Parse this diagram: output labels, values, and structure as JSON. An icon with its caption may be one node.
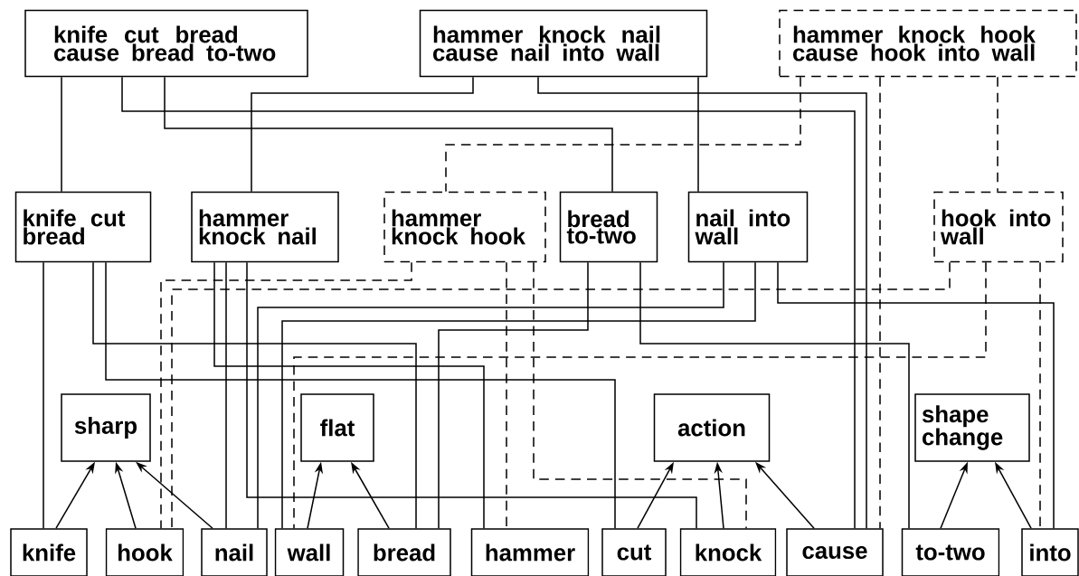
{
  "diagram": {
    "nodes": [
      {
        "text": [
          "knife cut bread cause bread to-two"
        ]
      },
      {
        "text": [
          "hammer knock nail cause nail into wall"
        ]
      },
      {
        "text": [
          "hammer knock hook cause hook into wall"
        ]
      },
      {
        "text": [
          "knife cut bread"
        ]
      },
      {
        "text": [
          "hammer knock nail"
        ]
      },
      {
        "text": [
          "hammer knock hook"
        ]
      },
      {
        "text": [
          "bread to-two"
        ]
      },
      {
        "text": [
          "nail into wall"
        ]
      },
      {
        "text": [
          "hook into wall"
        ]
      },
      {
        "text": [
          "sharp"
        ]
      },
      {
        "text": [
          "flat"
        ]
      },
      {
        "text": [
          "action"
        ]
      },
      {
        "text": [
          "shape change"
        ]
      },
      {
        "text": [
          "knife"
        ]
      },
      {
        "text": [
          "hook"
        ]
      },
      {
        "text": [
          "nail"
        ]
      },
      {
        "text": [
          "wall"
        ]
      },
      {
        "text": [
          "bread"
        ]
      },
      {
        "text": [
          "hammer"
        ]
      },
      {
        "text": [
          "cut"
        ]
      },
      {
        "text": [
          "knock"
        ]
      },
      {
        "text": [
          "cause"
        ]
      },
      {
        "text": [
          "to-two"
        ]
      },
      {
        "text": [
          "into"
        ]
      }
    ],
    "edges": [
      {
        "from": 0,
        "to": 3,
        "arrow": "none"
      },
      {
        "from": 0,
        "to": 6,
        "arrow": "none"
      },
      {
        "from": 0,
        "to": 21,
        "arrow": "none"
      },
      {
        "from": 1,
        "to": 4,
        "arrow": "none"
      },
      {
        "from": 1,
        "to": 7,
        "arrow": "none"
      },
      {
        "from": 1,
        "to": 21,
        "arrow": "none"
      },
      {
        "from": 2,
        "to": 5,
        "arrow": "none",
        "style": "dashed"
      },
      {
        "from": 2,
        "to": 21,
        "arrow": "none",
        "style": "dashed"
      },
      {
        "from": 2,
        "to": 8,
        "arrow": "none",
        "style": "dashed"
      },
      {
        "from": 3,
        "to": 13,
        "arrow": "none"
      },
      {
        "from": 3,
        "to": 17,
        "arrow": "none"
      },
      {
        "from": 3,
        "to": 19,
        "arrow": "none"
      },
      {
        "from": 4,
        "to": 15,
        "arrow": "none"
      },
      {
        "from": 4,
        "to": 18,
        "arrow": "none"
      },
      {
        "from": 4,
        "to": 20,
        "arrow": "none"
      },
      {
        "from": 5,
        "to": 14,
        "arrow": "none",
        "style": "dashed"
      },
      {
        "from": 5,
        "to": 18,
        "arrow": "none",
        "style": "dashed"
      },
      {
        "from": 5,
        "to": 20,
        "arrow": "none",
        "style": "dashed"
      },
      {
        "from": 6,
        "to": 17,
        "arrow": "none"
      },
      {
        "from": 6,
        "to": 22,
        "arrow": "none"
      },
      {
        "from": 7,
        "to": 15,
        "arrow": "none"
      },
      {
        "from": 7,
        "to": 16,
        "arrow": "none"
      },
      {
        "from": 7,
        "to": 23,
        "arrow": "none"
      },
      {
        "from": 8,
        "to": 14,
        "arrow": "none",
        "style": "dashed"
      },
      {
        "from": 8,
        "to": 16,
        "arrow": "none",
        "style": "dashed"
      },
      {
        "from": 8,
        "to": 23,
        "arrow": "none",
        "style": "dashed"
      },
      {
        "from": 13,
        "to": 9,
        "arrow": "to"
      },
      {
        "from": 14,
        "to": 9,
        "arrow": "to"
      },
      {
        "from": 15,
        "to": 9,
        "arrow": "to"
      },
      {
        "from": 16,
        "to": 10,
        "arrow": "to"
      },
      {
        "from": 17,
        "to": 10,
        "arrow": "to"
      },
      {
        "from": 19,
        "to": 11,
        "arrow": "to"
      },
      {
        "from": 20,
        "to": 11,
        "arrow": "to"
      },
      {
        "from": 21,
        "to": 11,
        "arrow": "to"
      },
      {
        "from": 22,
        "to": 12,
        "arrow": "to"
      },
      {
        "from": 23,
        "to": 12,
        "arrow": "to"
      }
    ]
  }
}
